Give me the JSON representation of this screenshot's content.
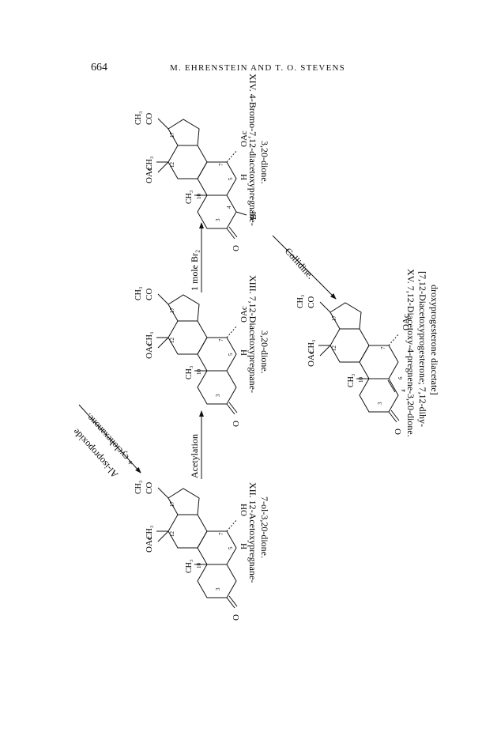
{
  "page": {
    "number": "664",
    "running_head": "M. EHRENSTEIN AND T. O. STEVENS"
  },
  "compounds": [
    {
      "id": "XII",
      "caption_line1": "XII. 12-Acetoxypregnane-",
      "caption_line2": "7-ol-3,20-dione."
    },
    {
      "id": "XIII",
      "caption_line1": "XIII. 7,12-Diacetoxypregnane-",
      "caption_line2": "3,20-dione."
    },
    {
      "id": "XIV",
      "caption_line1": "XIV. 4-Bromo-7,12-diacetoxypregnane-",
      "caption_line2": "3,20-dione."
    },
    {
      "id": "XV",
      "caption_line1": "XV. 7,12-Diacetoxy-4-pregnene-3,20-dione.",
      "caption_line2": "[7,12-Diacetoxyprogesterone; 7,12-dihy-",
      "caption_line3": "droxyprogesterone diacetate]"
    }
  ],
  "reactions": {
    "acetylation": "Acetylation",
    "bromination": "1 mole Br₂",
    "collidine": "Collidine.",
    "oppenauer_line1": "Al-isopropoxide",
    "oppenauer_line2": "+ cyclohexanone."
  },
  "labels": {
    "ch3": "CH₃",
    "co": "CO",
    "oac": "OAc",
    "oh": "OH",
    "h": "H",
    "br": "Br",
    "o": "O",
    "n3": "3",
    "n4": "4",
    "n5": "5",
    "n6": "6",
    "n7": "7",
    "n10": "10",
    "n12": "12",
    "n17": "17"
  }
}
